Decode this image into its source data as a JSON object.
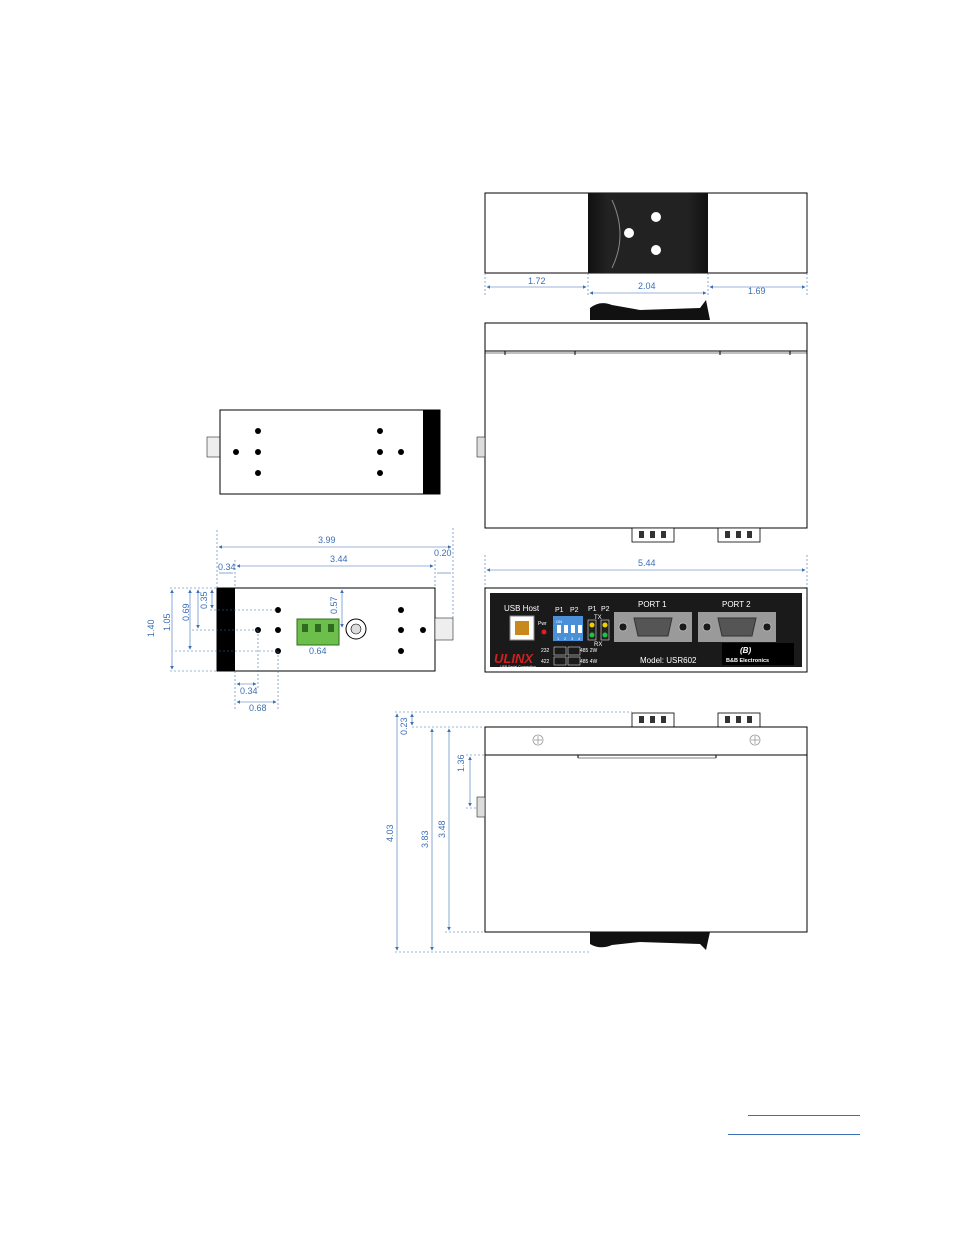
{
  "dimensions": {
    "top_view": {
      "left": "1.72",
      "center": "2.04",
      "right": "1.69"
    },
    "side_width": "3.99",
    "side_body": "3.44",
    "side_left": "0.34",
    "side_right": "0.20",
    "side_h_035": "0.35",
    "side_h_069": "0.69",
    "side_h_105": "1.05",
    "side_h_140": "1.40",
    "side_057": "0.57",
    "terminal_064": "0.64",
    "bottom_034": "0.34",
    "bottom_068": "0.68",
    "front_width": "5.44",
    "bottom_view": {
      "d023": "0.23",
      "d136": "1.36",
      "d348": "3.48",
      "d383": "3.83",
      "d403": "4.03"
    }
  },
  "front_panel": {
    "usb_label": "USB Host",
    "pwr_label": "Pwr",
    "p1_label": "P1",
    "p2_label": "P2",
    "dip_on": "ON",
    "dip_nums": [
      "1",
      "2",
      "3",
      "4"
    ],
    "led_p1": "P1",
    "led_p2": "P2",
    "tx_label": "TX",
    "rx_label": "RX",
    "port1_label": "PORT 1",
    "port2_label": "PORT 2",
    "mode_232": "232",
    "mode_422": "422",
    "mode_485_2w": "485 2W",
    "mode_485_4w": "485 4W",
    "model_label": "Model: USR602",
    "brand_logo": "ULINX",
    "brand_sub": "USB Serial Connection",
    "bb_logo": "B&B Electronics"
  }
}
